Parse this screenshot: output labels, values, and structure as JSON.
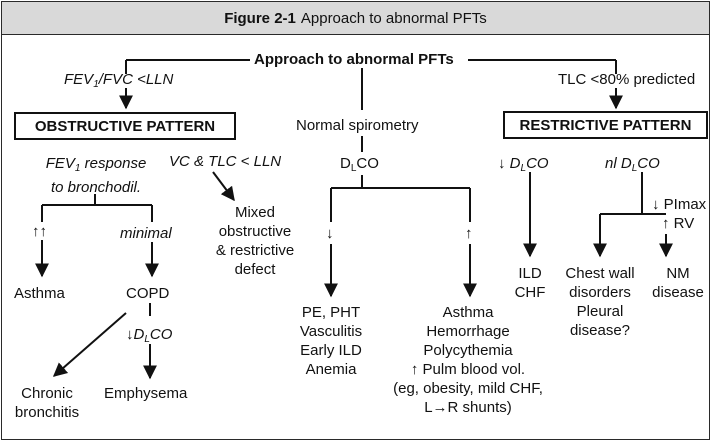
{
  "figure": {
    "label": "Figure 2-1",
    "title": "Approach to abnormal PFTs"
  },
  "root": "Approach to abnormal PFTs",
  "left_branch": {
    "prefix": "FEV",
    "sub": "1",
    "suffix": "/FVC <LLN"
  },
  "right_branch": "TLC <80% predicted",
  "obstructive_box": "OBSTRUCTIVE PATTERN",
  "restrictive_box": "RESTRICTIVE PATTERN",
  "middle": {
    "label": "Normal spirometry",
    "dlco": {
      "d": "D",
      "sub": "L",
      "co": "CO"
    }
  },
  "obstructive": {
    "fev_response_line1_prefix": "FEV",
    "fev_response_line1_sub": "1",
    "fev_response_line1_suffix": " response",
    "fev_response_line2": "to bronchodil.",
    "vc_tlc": "VC & TLC < LLN",
    "double_up": "↑↑",
    "minimal": "minimal",
    "asthma": "Asthma",
    "copd": "COPD",
    "mixed": [
      "Mixed",
      "obstructive",
      "& restrictive",
      "defect"
    ],
    "copd_dlco": {
      "arrow": "↓",
      "d": "D",
      "sub": "L",
      "co": "CO"
    },
    "chronic": [
      "Chronic",
      "bronchitis"
    ],
    "emphysema": "Emphysema"
  },
  "normal": {
    "down": "↓",
    "up": "↑",
    "low_list": [
      "PE, PHT",
      "Vasculitis",
      "Early ILD",
      "Anemia"
    ],
    "high_list": [
      "Asthma",
      "Hemorrhage",
      "Polycythemia",
      "↑ Pulm blood vol.",
      "(eg, obesity, mild CHF,",
      "L→R shunts)"
    ]
  },
  "restrictive": {
    "low_dlco": {
      "arrow": "↓",
      "d": "D",
      "sub": "L",
      "co": "CO"
    },
    "nl_dlco": {
      "prefix": "nl",
      "d": "D",
      "sub": "L",
      "co": "CO"
    },
    "ild_chf": [
      "ILD",
      "CHF"
    ],
    "pimax": "↓ PImax",
    "rv": "↑ RV",
    "chest_wall": [
      "Chest wall",
      "disorders",
      "Pleural",
      "disease?"
    ],
    "nm": [
      "NM",
      "disease"
    ]
  }
}
